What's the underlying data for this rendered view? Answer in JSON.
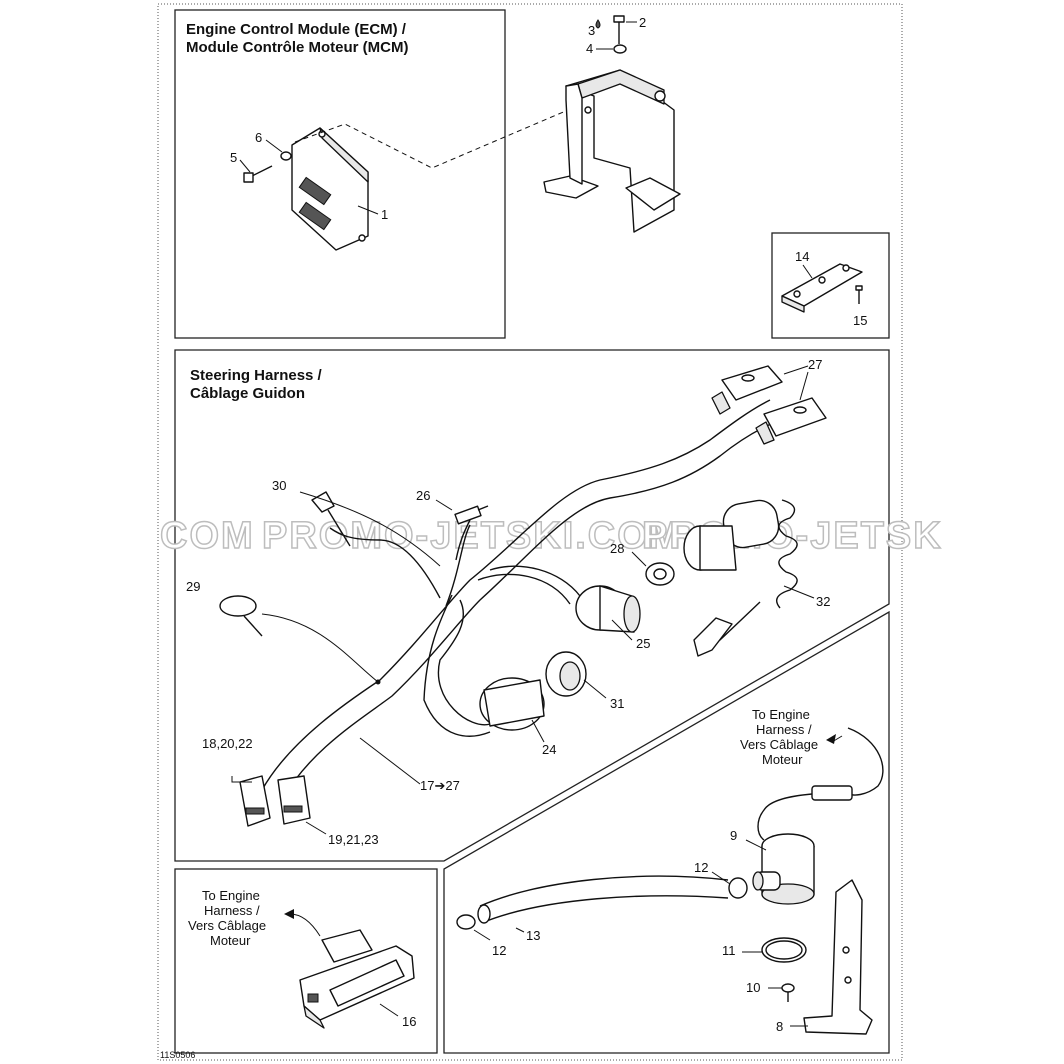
{
  "sections": {
    "ecm": {
      "title_line1": "Engine Control Module (ECM) /",
      "title_line2": "Module Contrôle Moteur (MCM)"
    },
    "steering": {
      "title_line1": "Steering Harness /",
      "title_line2": "Câblage Guidon"
    }
  },
  "notes": {
    "engine_harness_1": {
      "line1": "To Engine",
      "line2": "Harness /",
      "line3": "Vers Câblage",
      "line4": "Moteur"
    },
    "engine_harness_2": {
      "line1": "To Engine",
      "line2": "Harness /",
      "line3": "Vers Câblage",
      "line4": "Moteur"
    }
  },
  "callouts": {
    "c1": "1",
    "c2": "2",
    "c3": "3",
    "c4": "4",
    "c5": "5",
    "c6": "6",
    "c8": "8",
    "c9": "9",
    "c10": "10",
    "c11": "11",
    "c12a": "12",
    "c12b": "12",
    "c13": "13",
    "c14": "14",
    "c15": "15",
    "c16": "16",
    "c17": "17➔27",
    "c18": "18,20,22",
    "c19": "19,21,23",
    "c24": "24",
    "c25": "25",
    "c26": "26",
    "c27": "27",
    "c28": "28",
    "c29": "29",
    "c30": "30",
    "c31": "31",
    "c32": "32"
  },
  "watermark": {
    "w1": "COM",
    "w2": "PROMO-JETSKI.COM",
    "w3": "PROMO-JETSK"
  },
  "reference": "11S0506"
}
